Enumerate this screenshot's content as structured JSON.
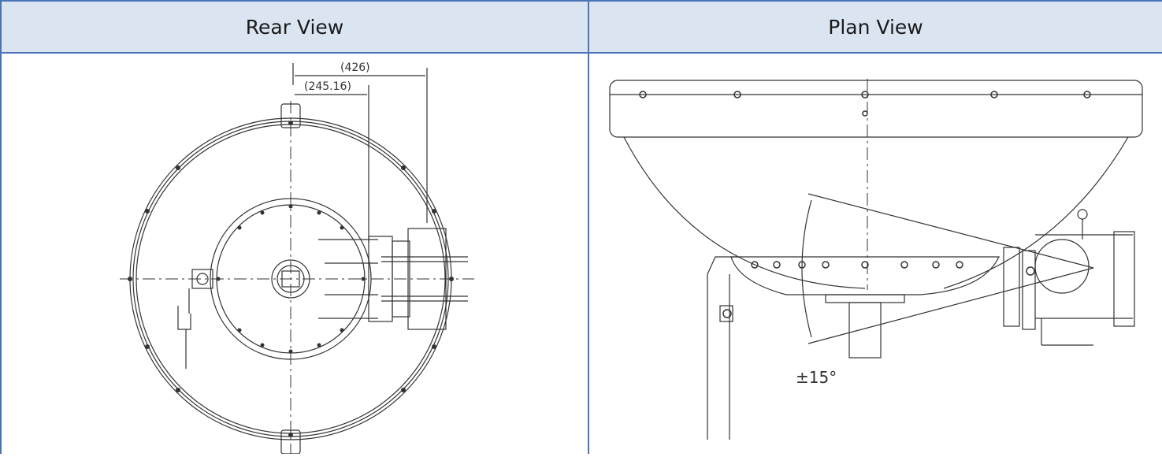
{
  "headers": {
    "rear_view": "Rear View",
    "plan_view": "Plan View"
  },
  "rear_dimensions": {
    "outer": "(426)",
    "inner": "(245.16)"
  },
  "plan_annotation": {
    "angle": "±15°"
  },
  "colors": {
    "border": "#4a74b8",
    "header_bg": "#dbe5f1",
    "line": "#333333"
  }
}
